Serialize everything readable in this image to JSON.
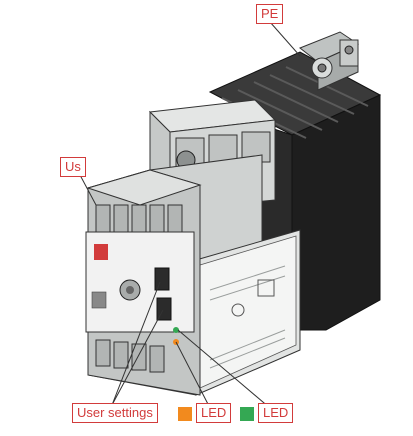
{
  "labels": {
    "pe": "PE",
    "us": "Us",
    "user_settings": "User settings",
    "led_orange": "LED",
    "led_green": "LED"
  },
  "colors": {
    "callout": "#d23b3b",
    "led_orange": "#f28a1e",
    "led_green": "#34a853",
    "housing": "#d7dad8",
    "heatsink": "#2b2b2b"
  }
}
